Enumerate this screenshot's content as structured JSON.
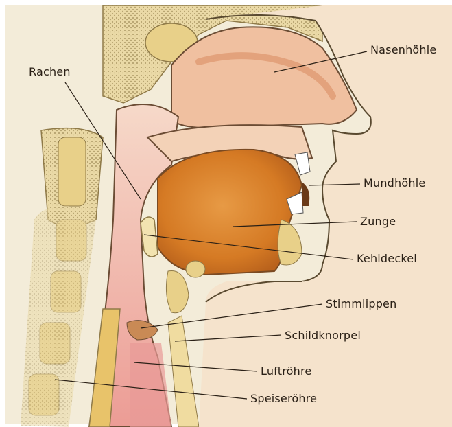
{
  "labels": {
    "nasenhoehle": "Nasenhöhle",
    "rachen": "Rachen",
    "mundhoehle": "Mundhöhle",
    "zunge": "Zunge",
    "kehldeckel": "Kehldeckel",
    "stimmlippen": "Stimmlippen",
    "schildknorpel": "Schildknorpel",
    "luftroehre": "Luftröhre",
    "speiseroehre": "Speiseröhre"
  },
  "colors": {
    "background": "#f3ecd9",
    "skin": "#f2c6a8",
    "flesh_mid": "#e9a98a",
    "tongue": "#d9822e",
    "bone": "#e8d7a0",
    "bone_dark": "#c9b06e",
    "pharynx": "#f6d9c9",
    "trachea_pink": "#eaa0a0",
    "leader_line": "#2a2016"
  }
}
